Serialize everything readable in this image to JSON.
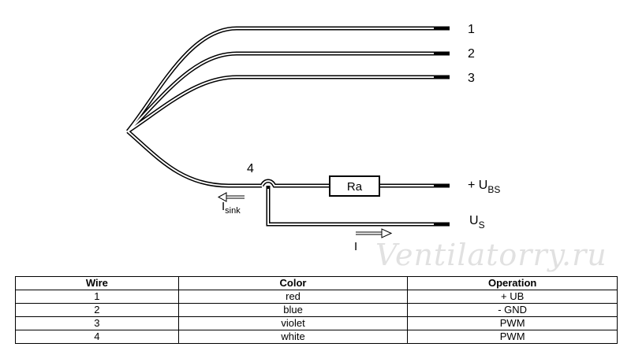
{
  "diagram": {
    "wire_numbers": [
      "1",
      "2",
      "3",
      "4"
    ],
    "resistor_label": "Ra",
    "supply_label": {
      "prefix": "+ U",
      "sub": "BS"
    },
    "signal_label": {
      "prefix": "U",
      "sub": "S"
    },
    "sink_current": {
      "prefix": "I",
      "sub": "sink"
    },
    "source_current_partial": "I"
  },
  "watermark": "Ventilatorry.ru",
  "table": {
    "headers": [
      "Wire",
      "Color",
      "Operation"
    ],
    "rows": [
      [
        "1",
        "red",
        "+ UB"
      ],
      [
        "2",
        "blue",
        "- GND"
      ],
      [
        "3",
        "violet",
        "PWM"
      ],
      [
        "4",
        "white",
        "PWM"
      ]
    ]
  }
}
